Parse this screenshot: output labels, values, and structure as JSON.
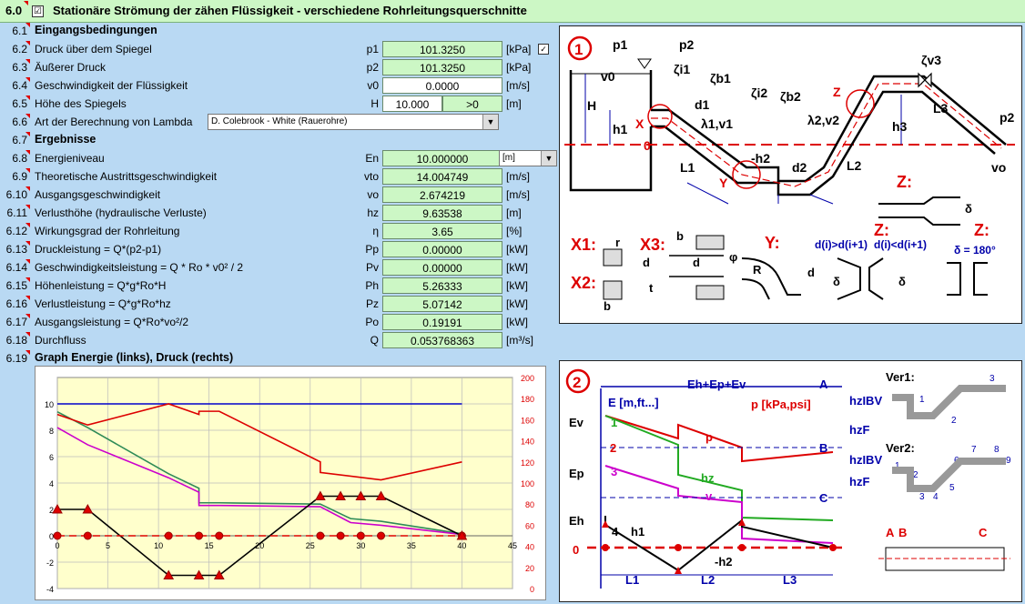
{
  "header": {
    "number": "6.0",
    "checkbox": "☑",
    "title": "Stationäre Strömung der zähen Flüssigkeit - verschiedene Rohrleitungsquerschnitte"
  },
  "sections": {
    "inputs": {
      "num": "6.1",
      "title": "Eingangsbedingungen"
    },
    "results": {
      "num": "6.7",
      "title": "Ergebnisse"
    },
    "graph": {
      "num": "6.19",
      "title": "Graph Energie (links), Druck (rechts)"
    }
  },
  "input_rows": [
    {
      "num": "6.2",
      "label": "Druck über dem Spiegel",
      "sym": "p1",
      "value": "101.3250",
      "unit": "[kPa]"
    },
    {
      "num": "6.3",
      "label": "Äußerer Druck",
      "sym": "p2",
      "value": "101.3250",
      "unit": "[kPa]"
    },
    {
      "num": "6.4",
      "label": "Geschwindigkeit der Flüssigkeit",
      "sym": "v0",
      "value": "0.0000",
      "unit": "[m/s]"
    }
  ],
  "height_row": {
    "num": "6.5",
    "label": "Höhe des Spiegels",
    "sym": "H",
    "value": "10.000",
    "check": ">0",
    "unit": "[m]"
  },
  "lambda_row": {
    "num": "6.6",
    "label": "Art der Berechnung von Lambda",
    "selected": "D. Colebrook - White (Rauerohre)"
  },
  "result_rows": [
    {
      "num": "6.8",
      "label": "Energieniveau",
      "sym": "En",
      "value": "10.000000",
      "unit": "[m]"
    },
    {
      "num": "6.9",
      "label": "Theoretische Austrittsgeschwindigkeit",
      "sym": "vto",
      "value": "14.004749",
      "unit": "[m/s]"
    },
    {
      "num": "6.10",
      "label": "Ausgangsgeschwindigkeit",
      "sym": "vo",
      "value": "2.674219",
      "unit": "[m/s]"
    },
    {
      "num": "6.11",
      "label": "Verlusthöhe (hydraulische Verluste)",
      "sym": "hz",
      "value": "9.63538",
      "unit": "[m]"
    },
    {
      "num": "6.12",
      "label": "Wirkungsgrad der Rohrleitung",
      "sym": "η",
      "value": "3.65",
      "unit": "[%]"
    },
    {
      "num": "6.13",
      "label": "Druckleistung = Q*(p2-p1)",
      "sym": "Pp",
      "value": "0.00000",
      "unit": "[kW]"
    },
    {
      "num": "6.14",
      "label": "Geschwindigkeitsleistung = Q * Ro * v0² / 2",
      "sym": "Pv",
      "value": "0.00000",
      "unit": "[kW]"
    },
    {
      "num": "6.15",
      "label": "Höhenleistung = Q*g*Ro*H",
      "sym": "Ph",
      "value": "5.26333",
      "unit": "[kW]"
    },
    {
      "num": "6.16",
      "label": "Verlustleistung = Q*g*Ro*hz",
      "sym": "Pz",
      "value": "5.07142",
      "unit": "[kW]"
    },
    {
      "num": "6.17",
      "label": "Ausgangsleistung = Q*Ro*vo²/2",
      "sym": "Po",
      "value": "0.19191",
      "unit": "[kW]"
    },
    {
      "num": "6.18",
      "label": "Durchfluss",
      "sym": "Q",
      "value": "0.053768363",
      "unit": "[m³/s]"
    }
  ],
  "unit_dropdown": "[m]",
  "colors": {
    "title_bg": "#ccf7c5",
    "sheet_bg": "#b9d9f3",
    "accent": "#e00000"
  },
  "diagram1": {
    "badge": "1",
    "labels": [
      "p1",
      "p2",
      "v0",
      "ζi1",
      "ζb1",
      "ζi2",
      "ζb2",
      "ζv3",
      "H",
      "h1",
      "X",
      "d1",
      "λ1,v1",
      "-h2",
      "Y",
      "L1",
      "d2",
      "λ2,v2",
      "Z",
      "h3",
      "L3",
      "p2",
      "vo",
      "L2",
      "0"
    ],
    "zoom_labels": [
      "Z:",
      "δ",
      "Z:",
      "Z:",
      "X1:",
      "r",
      "X3:",
      "b",
      "d",
      "X2:",
      "d",
      "t",
      "b",
      "Y:",
      "φ",
      "R",
      "d",
      "d(i)>d(i+1)",
      "d(i)<d(i+1)",
      "δ = 180°",
      "δ",
      "δ"
    ]
  },
  "diagram2": {
    "badge": "2",
    "labels": [
      "Eh+Ep+Ev",
      "A",
      "E [m,ft...]",
      "p [kPa,psi]",
      "Ev",
      "1",
      "2",
      "p",
      "B",
      "Ep",
      "3",
      "hz",
      "v",
      "C",
      "Eh",
      "4",
      "h1",
      "0",
      "-h2",
      "L1",
      "L2",
      "L3",
      "hzIBV",
      "hzF",
      "hzIBV",
      "hzF",
      "Ver1:",
      "Ver2:",
      "A",
      "B",
      "C",
      "1",
      "2",
      "3",
      "1",
      "2",
      "3",
      "4",
      "5",
      "6",
      "7",
      "8",
      "9"
    ]
  },
  "chart_data": {
    "type": "line",
    "x_ticks": [
      "0",
      "5",
      "10",
      "15",
      "20",
      "25",
      "30",
      "35",
      "40",
      "45"
    ],
    "y_left_ticks": [
      "10",
      "8",
      "6",
      "4",
      "2",
      "0",
      "-2",
      "-4"
    ],
    "y_right_ticks": [
      "200",
      "180",
      "160",
      "140",
      "120",
      "100",
      "80",
      "60",
      "40",
      "20",
      "0"
    ],
    "xlim": [
      0,
      45
    ],
    "ylim_left": [
      -4,
      12
    ],
    "ylim_right": [
      0,
      200
    ],
    "grid": true,
    "series": [
      {
        "axis": "left",
        "color": "#0000cc",
        "x": [
          0,
          40
        ],
        "y": [
          10,
          10
        ]
      },
      {
        "axis": "left",
        "color": "#2e8b57",
        "x": [
          0,
          3,
          11,
          14,
          14,
          16,
          26,
          29,
          32,
          40
        ],
        "y": [
          9.4,
          8.2,
          4.7,
          3.6,
          2.5,
          2.5,
          2.4,
          1.3,
          1.1,
          0.15
        ]
      },
      {
        "axis": "left",
        "color": "#cc00cc",
        "x": [
          0,
          3,
          11,
          14,
          14,
          16,
          26,
          29,
          32,
          40
        ],
        "y": [
          8.2,
          6.9,
          4.4,
          3.3,
          2.3,
          2.3,
          2.2,
          1.0,
          0.8,
          0.1
        ]
      },
      {
        "axis": "right",
        "color": "#dd0000",
        "x": [
          0,
          3,
          11,
          14,
          14,
          16,
          26,
          26,
          32,
          40
        ],
        "y": [
          165,
          155,
          175,
          165,
          168,
          168,
          120,
          110,
          103,
          120
        ]
      },
      {
        "axis": "left",
        "color": "#000000",
        "x": [
          0,
          3,
          11,
          14,
          16,
          26,
          28,
          30,
          32,
          40
        ],
        "y": [
          2,
          2,
          -3,
          -3,
          -3,
          3,
          3,
          3,
          3,
          0
        ]
      },
      {
        "axis": "left",
        "color": "#dd0000",
        "dashed": true,
        "x": [
          0,
          40
        ],
        "y": [
          0,
          0
        ]
      }
    ],
    "triangles": {
      "x": [
        0,
        3,
        11,
        14,
        16,
        26,
        28,
        30,
        32,
        40
      ],
      "y": [
        2,
        2,
        -3,
        -3,
        -3,
        3,
        3,
        3,
        3,
        0
      ]
    },
    "circles": {
      "x": [
        0,
        3,
        11,
        14,
        16,
        26,
        28,
        30,
        32,
        40
      ],
      "y": [
        0,
        0,
        0,
        0,
        0,
        0,
        0,
        0,
        0,
        0
      ]
    }
  }
}
